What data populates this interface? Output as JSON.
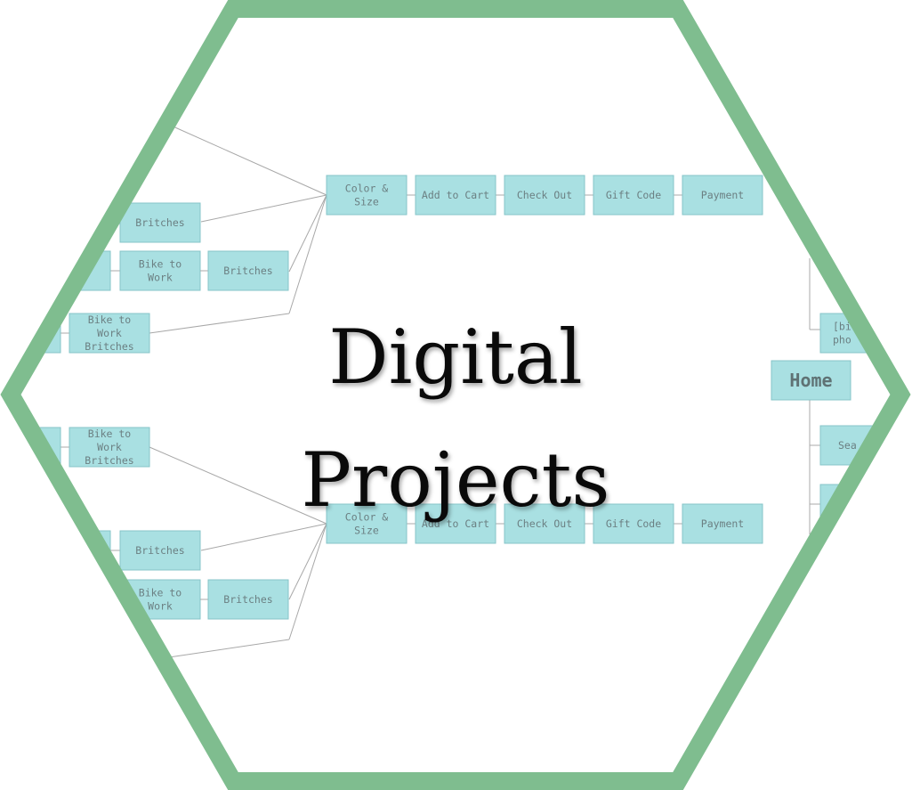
{
  "title": {
    "line1": "Digital",
    "line2": "Projects"
  },
  "colors": {
    "frame": "#7fbd8f",
    "box_fill": "#a9e0e2",
    "box_stroke": "#86c4c8",
    "connector": "#a8a8a8",
    "box_text": "#6b7f82"
  },
  "flowchart": {
    "upper_flow": [
      "Color &\nSize",
      "Add to Cart",
      "Check Out",
      "Gift Code",
      "Payment"
    ],
    "lower_flow": [
      "Color &\nSize",
      "Add to Cart",
      "Check Out",
      "Gift Code",
      "Payment"
    ],
    "upper_products": [
      "Britches",
      "Bike to\nWork",
      "Britches",
      "Bike to\nWork\nBritches"
    ],
    "lower_products": [
      "Bike to\nWork\nBritches",
      "Britches",
      "Bike to\nWork",
      "Britches"
    ],
    "home": "Home",
    "partial_nodes": [
      "[bi\npho",
      "Sea"
    ]
  }
}
